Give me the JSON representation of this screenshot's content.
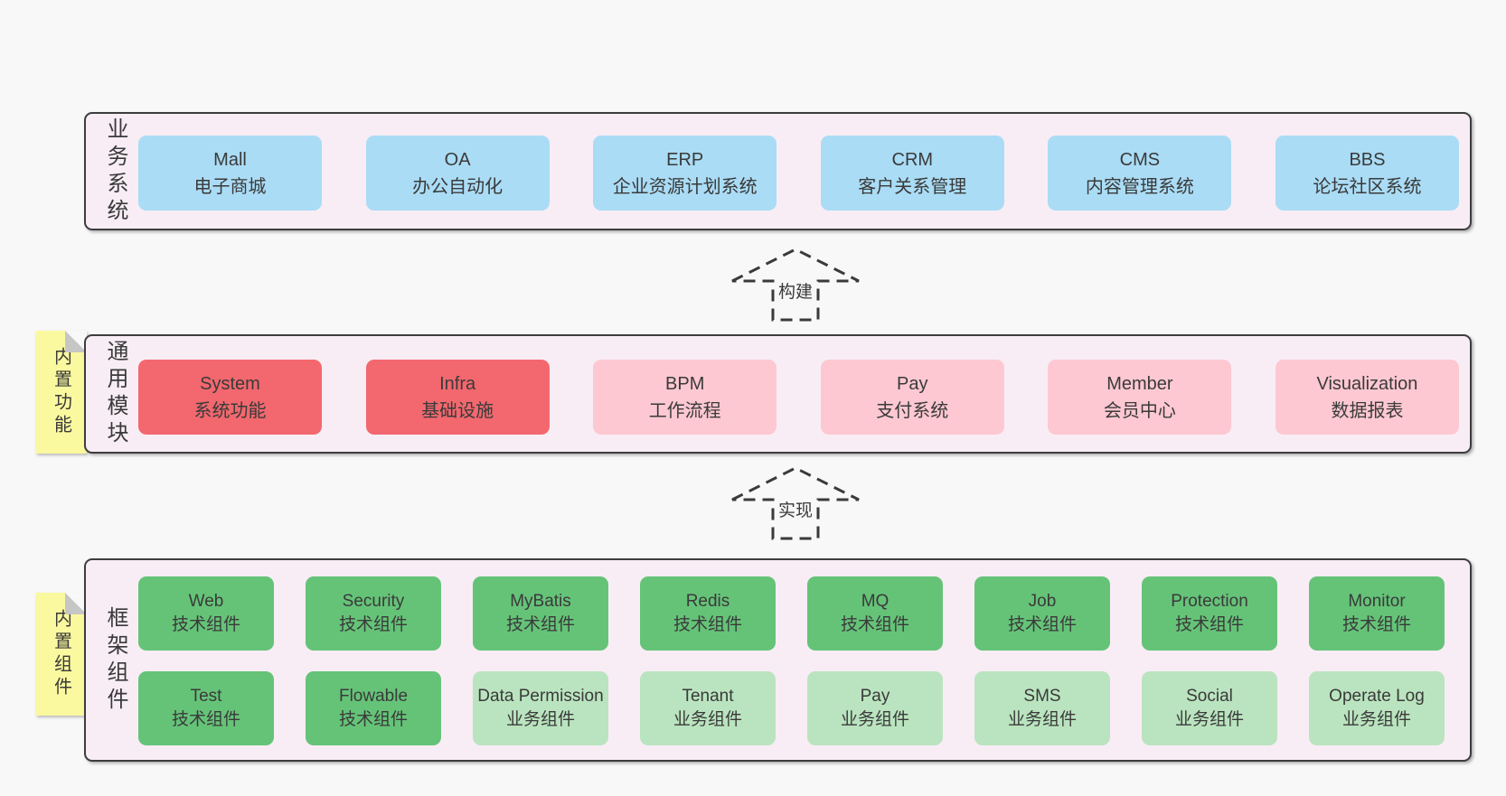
{
  "palette": {
    "page-bg": "#f8f8f8",
    "panel-bg": "#f8edf5",
    "panel-border": "#3d3d3d",
    "text": "#3a3a3a",
    "blue": "#aadcf5",
    "red": "#f2686e",
    "pink": "#fdc8d2",
    "green": "#65c378",
    "light-green": "#bae4bf",
    "yellow": "#fbf99f",
    "fold": "#c6c6c6"
  },
  "layers": {
    "business": {
      "side_label": "业务系统",
      "boxes": [
        {
          "name": "Mall",
          "desc": "电子商城"
        },
        {
          "name": "OA",
          "desc": "办公自动化"
        },
        {
          "name": "ERP",
          "desc": "企业资源计划系统"
        },
        {
          "name": "CRM",
          "desc": "客户关系管理"
        },
        {
          "name": "CMS",
          "desc": "内容管理系统"
        },
        {
          "name": "BBS",
          "desc": "论坛社区系统"
        }
      ]
    },
    "modules": {
      "side_label": "通用模块",
      "sticky": "内置功能",
      "boxes": [
        {
          "name": "System",
          "desc": "系统功能"
        },
        {
          "name": "Infra",
          "desc": "基础设施"
        },
        {
          "name": "BPM",
          "desc": "工作流程"
        },
        {
          "name": "Pay",
          "desc": "支付系统"
        },
        {
          "name": "Member",
          "desc": "会员中心"
        },
        {
          "name": "Visualization",
          "desc": "数据报表"
        }
      ]
    },
    "framework": {
      "side_label": "框架组件",
      "sticky": "内置组件",
      "row1": [
        {
          "name": "Web",
          "desc": "技术组件"
        },
        {
          "name": "Security",
          "desc": "技术组件"
        },
        {
          "name": "MyBatis",
          "desc": "技术组件"
        },
        {
          "name": "Redis",
          "desc": "技术组件"
        },
        {
          "name": "MQ",
          "desc": "技术组件"
        },
        {
          "name": "Job",
          "desc": "技术组件"
        },
        {
          "name": "Protection",
          "desc": "技术组件"
        },
        {
          "name": "Monitor",
          "desc": "技术组件"
        }
      ],
      "row2": [
        {
          "name": "Test",
          "desc": "技术组件"
        },
        {
          "name": "Flowable",
          "desc": "技术组件"
        },
        {
          "name": "Data Permission",
          "desc": "业务组件"
        },
        {
          "name": "Tenant",
          "desc": "业务组件"
        },
        {
          "name": "Pay",
          "desc": "业务组件"
        },
        {
          "name": "SMS",
          "desc": "业务组件"
        },
        {
          "name": "Social",
          "desc": "业务组件"
        },
        {
          "name": "Operate Log",
          "desc": "业务组件"
        }
      ]
    }
  },
  "arrows": [
    {
      "label": "构建"
    },
    {
      "label": "实现"
    }
  ]
}
